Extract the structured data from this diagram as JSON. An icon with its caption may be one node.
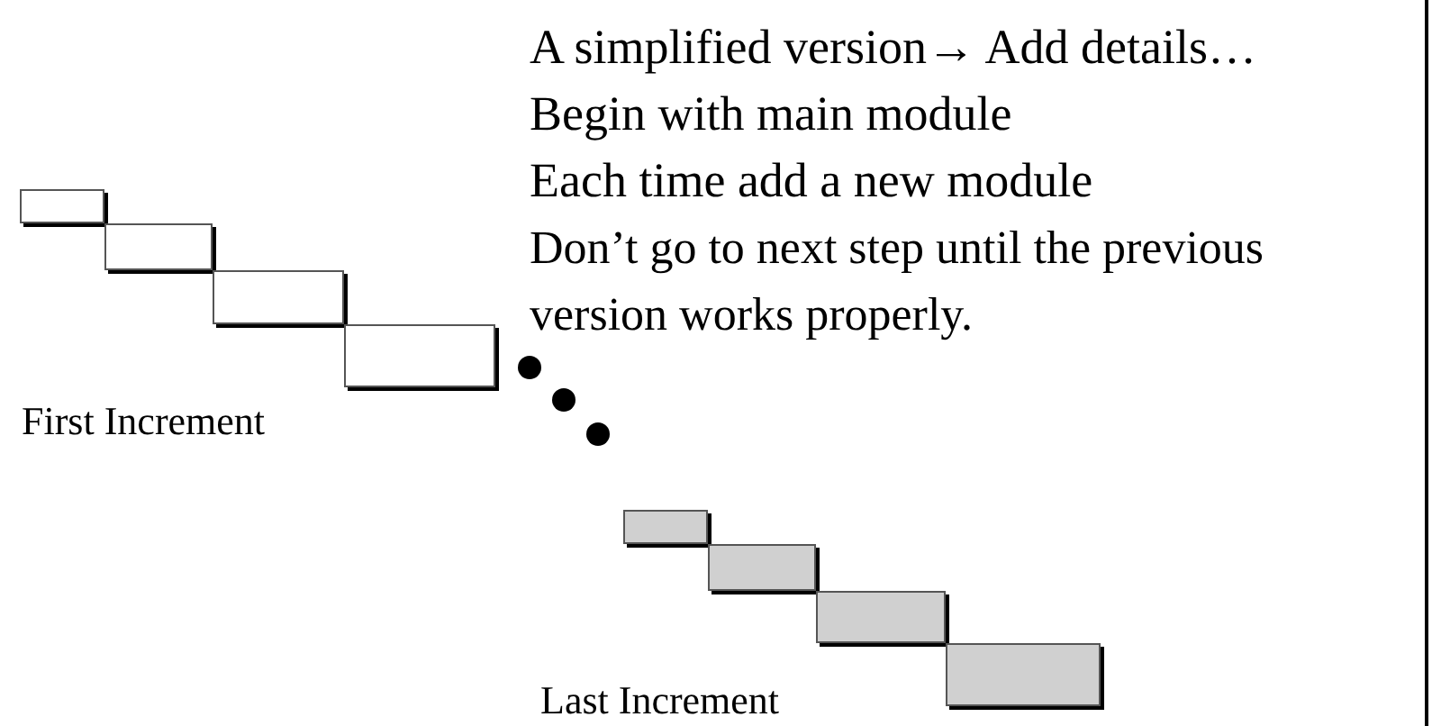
{
  "diagram": {
    "nodes": [
      {
        "text": [],
        "shape": "box"
      },
      {
        "text": [],
        "shape": "box"
      },
      {
        "text": [],
        "shape": "box"
      },
      {
        "text": [],
        "shape": "box"
      },
      {
        "text": [],
        "shape": "box"
      },
      {
        "text": [],
        "shape": "box"
      },
      {
        "text": [],
        "shape": "box"
      },
      {
        "text": [],
        "shape": "box"
      }
    ],
    "labels": [
      "A simplified version→ Add details…",
      "Begin with main module",
      "Each time add a new module",
      "Don’t go to next step until the previous version works properly.",
      "First Increment",
      "Last Increment"
    ]
  }
}
